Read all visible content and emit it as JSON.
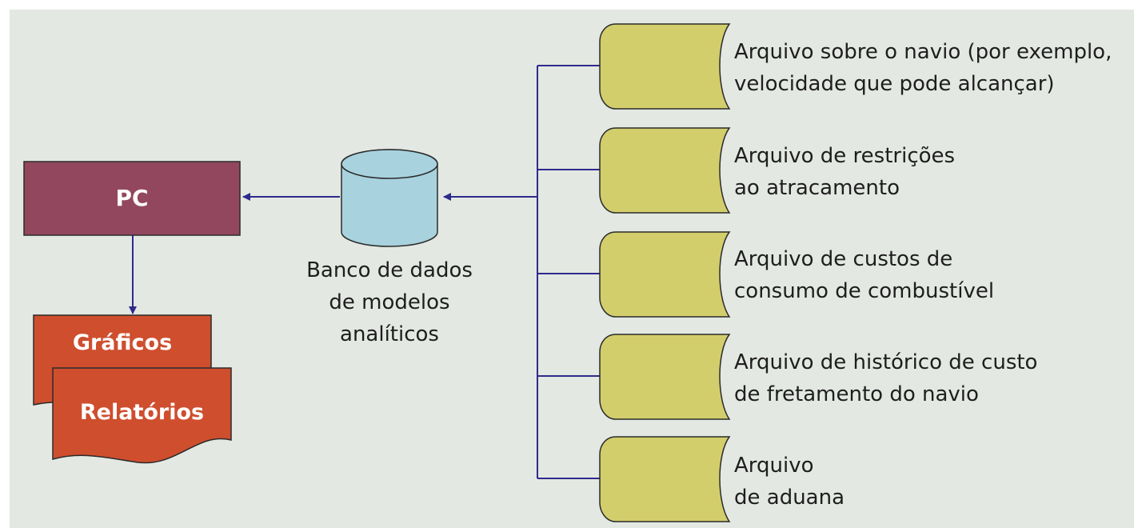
{
  "colors": {
    "background": "#e3e8e2",
    "pc_box": "#93475f",
    "doc_fill": "#cf4e2e",
    "file_fill": "#d3ce6c",
    "db_fill": "#a8d2de",
    "connector": "#2e2a8c"
  },
  "pc": {
    "label": "PC"
  },
  "outputs": {
    "graphs": "Gráficos",
    "reports": "Relatórios"
  },
  "database": {
    "label_lines": [
      "Banco de dados",
      "de modelos",
      "analíticos"
    ]
  },
  "files": [
    {
      "line1": "Arquivo sobre o navio (por exemplo,",
      "line2": "velocidade que pode alcançar)"
    },
    {
      "line1": "Arquivo de restrições",
      "line2": "ao atracamento"
    },
    {
      "line1": "Arquivo de custos de",
      "line2": "consumo de combustível"
    },
    {
      "line1": "Arquivo de histórico de custo",
      "line2": "de fretamento do navio"
    },
    {
      "line1": "Arquivo",
      "line2": "de aduana"
    }
  ]
}
